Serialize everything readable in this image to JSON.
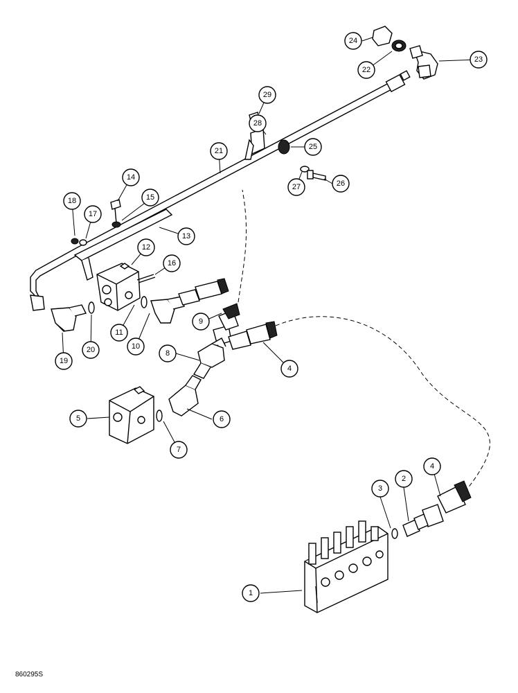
{
  "figure_code": "860295S",
  "callouts": [
    {
      "id": "c1",
      "label": "1"
    },
    {
      "id": "c2",
      "label": "2"
    },
    {
      "id": "c3",
      "label": "3"
    },
    {
      "id": "c4a",
      "label": "4"
    },
    {
      "id": "c4b",
      "label": "4"
    },
    {
      "id": "c5",
      "label": "5"
    },
    {
      "id": "c6",
      "label": "6"
    },
    {
      "id": "c7",
      "label": "7"
    },
    {
      "id": "c8",
      "label": "8"
    },
    {
      "id": "c9",
      "label": "9"
    },
    {
      "id": "c10",
      "label": "10"
    },
    {
      "id": "c11",
      "label": "11"
    },
    {
      "id": "c12",
      "label": "12"
    },
    {
      "id": "c13",
      "label": "13"
    },
    {
      "id": "c14",
      "label": "14"
    },
    {
      "id": "c15",
      "label": "15"
    },
    {
      "id": "c16",
      "label": "16"
    },
    {
      "id": "c17",
      "label": "17"
    },
    {
      "id": "c18",
      "label": "18"
    },
    {
      "id": "c19",
      "label": "19"
    },
    {
      "id": "c20",
      "label": "20"
    },
    {
      "id": "c21",
      "label": "21"
    },
    {
      "id": "c22",
      "label": "22"
    },
    {
      "id": "c23",
      "label": "23"
    },
    {
      "id": "c24",
      "label": "24"
    },
    {
      "id": "c25",
      "label": "25"
    },
    {
      "id": "c26",
      "label": "26"
    },
    {
      "id": "c27",
      "label": "27"
    },
    {
      "id": "c28",
      "label": "28"
    },
    {
      "id": "c29",
      "label": "29"
    }
  ]
}
